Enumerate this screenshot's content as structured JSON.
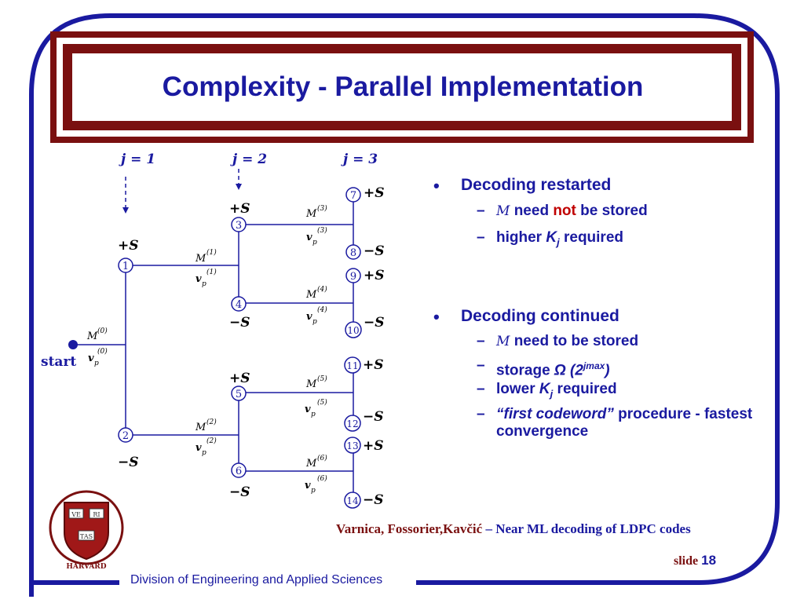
{
  "title": "Complexity - Parallel Implementation",
  "colors": {
    "blue": "#1a1aa0",
    "maroon": "#7a1010",
    "red": "#c00000"
  },
  "diagram": {
    "columns": [
      "j = 1",
      "j = 2",
      "j = 3"
    ],
    "start_label": "start",
    "plus_s": "+S",
    "minus_s": "−S",
    "m_symbol": "M",
    "v_symbol": "v",
    "v_sub": "p",
    "nodes": [
      "1",
      "2",
      "3",
      "4",
      "5",
      "6",
      "7",
      "8",
      "9",
      "10",
      "11",
      "12",
      "13",
      "14"
    ],
    "superscripts": [
      "(0)",
      "(1)",
      "(2)",
      "(3)",
      "(4)",
      "(5)",
      "(6)"
    ]
  },
  "bullets": [
    {
      "heading": "Decoding restarted",
      "items": [
        {
          "sym": "M",
          "pre": "need ",
          "red": "not",
          "post": " be stored"
        },
        {
          "pre": "higher ",
          "k": "K",
          "ksub": "j",
          "post": " required"
        }
      ]
    },
    {
      "heading": "Decoding continued",
      "items": [
        {
          "sym": "M",
          "text": "need to be stored"
        },
        {
          "pre": "storage ",
          "omega": "Ω (2",
          "sup": "jmax",
          "close": ")"
        },
        {
          "pre": "lower ",
          "k": "K",
          "ksub": "j",
          "post": " required"
        },
        {
          "quote": "“first codeword”",
          "post": " procedure - fastest convergence"
        }
      ]
    }
  ],
  "footer": "Division of Engineering and Applied Sciences",
  "citation": {
    "authors": "Varnica, Fossorier,Kavčić",
    "rest": " – Near ML decoding of LDPC codes"
  },
  "slide": {
    "label": "slide ",
    "number": "18"
  },
  "shield": {
    "v": "VE",
    "r": "RI",
    "t": "TAS",
    "name": "HARVARD"
  },
  "bullet_symbol": "•",
  "dash_symbol": "–"
}
